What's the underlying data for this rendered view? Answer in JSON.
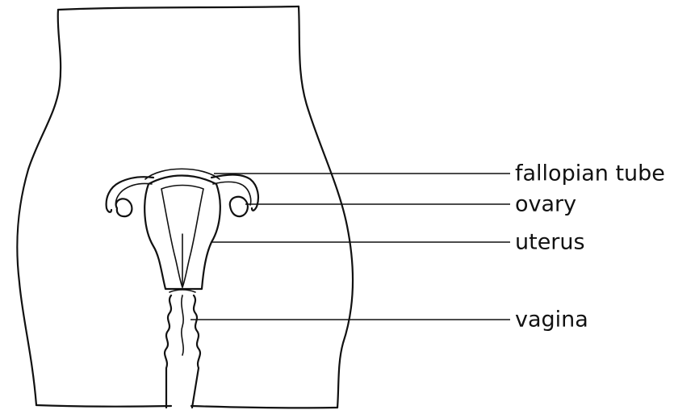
{
  "labels": {
    "fallopian_tube": "fallopian tube",
    "ovary": "ovary",
    "uterus": "uterus",
    "vagina": "vagina"
  }
}
